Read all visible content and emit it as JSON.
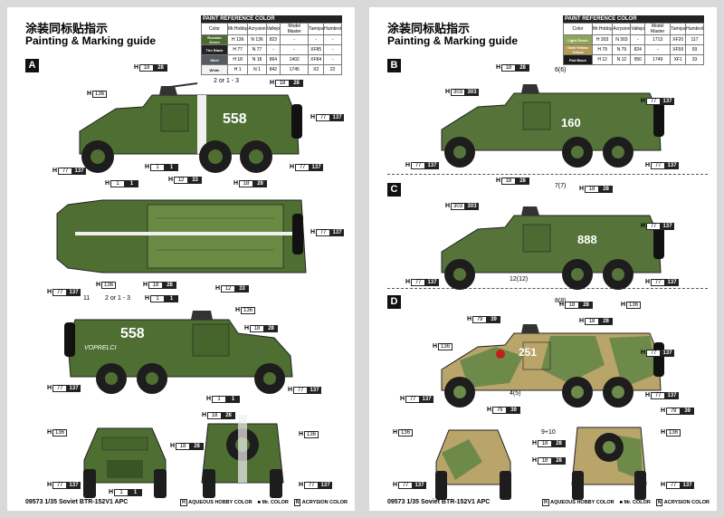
{
  "left": {
    "title_cn": "涂装同标贴指示",
    "title_en": "Painting & Marking guide",
    "paint_ref": {
      "heading": "PAINT REFERENCE COLOR",
      "columns": [
        "Color",
        "Mr.Hobby",
        "Acrysion",
        "Vallejo",
        "Model Master",
        "Tamiya",
        "Humbrol"
      ],
      "rows": [
        {
          "name": "Russian Green",
          "swatch": "#4d6b30",
          "hobby": "H 136",
          "acry": "N 136",
          "vallejo": "823",
          "mm": "-",
          "tamiya": "-",
          "humbrol": "-"
        },
        {
          "name": "Tire Black",
          "swatch": "#222222",
          "hobby": "H 77",
          "acry": "N 77",
          "vallejo": "-",
          "mm": "-",
          "tamiya": "XF85",
          "humbrol": "-"
        },
        {
          "name": "Steel",
          "swatch": "#555b60",
          "hobby": "H 18",
          "acry": "N 18",
          "vallejo": "864",
          "mm": "1402",
          "tamiya": "XF84",
          "humbrol": "-"
        },
        {
          "name": "White",
          "swatch": "#f2f2f2",
          "hobby": "H 1",
          "acry": "N 1",
          "vallejo": "842",
          "mm": "1745",
          "tamiya": "X2",
          "humbrol": "22"
        }
      ]
    },
    "section": "A",
    "callouts": [
      {
        "h": "H",
        "a": "18",
        "b": "28"
      },
      {
        "h": "H",
        "a": "136",
        "b": ""
      },
      {
        "h": "H",
        "a": "18",
        "b": "28"
      },
      {
        "h": "H",
        "a": "77",
        "b": "137"
      },
      {
        "h": "H",
        "a": "77",
        "b": "137"
      },
      {
        "h": "H",
        "a": "1",
        "b": "1"
      },
      {
        "h": "H",
        "a": "77",
        "b": "137"
      },
      {
        "h": "H",
        "a": "1",
        "b": "1"
      },
      {
        "h": "H",
        "a": "12",
        "b": "33"
      },
      {
        "h": "H",
        "a": "18",
        "b": "28"
      },
      {
        "h": "H",
        "a": "77",
        "b": "137"
      },
      {
        "h": "H",
        "a": "136",
        "b": ""
      },
      {
        "h": "H",
        "a": "18",
        "b": "28"
      },
      {
        "h": "H",
        "a": "12",
        "b": "33"
      },
      {
        "h": "H",
        "a": "77",
        "b": "137"
      },
      {
        "h": "H",
        "a": "1",
        "b": "1"
      },
      {
        "h": "H",
        "a": "136",
        "b": ""
      },
      {
        "h": "H",
        "a": "18",
        "b": "28"
      },
      {
        "h": "H",
        "a": "77",
        "b": "137"
      },
      {
        "h": "H",
        "a": "77",
        "b": "137"
      },
      {
        "h": "H",
        "a": "1",
        "b": "1"
      },
      {
        "h": "H",
        "a": "136",
        "b": ""
      },
      {
        "h": "H",
        "a": "18",
        "b": "28"
      },
      {
        "h": "H",
        "a": "18",
        "b": "28"
      },
      {
        "h": "H",
        "a": "136",
        "b": ""
      },
      {
        "h": "H",
        "a": "77",
        "b": "137"
      },
      {
        "h": "H",
        "a": "77",
        "b": "137"
      },
      {
        "h": "H",
        "a": "1",
        "b": "1"
      }
    ],
    "notes": [
      "2 or 1 - 3",
      "11",
      "2 or 1 - 3"
    ],
    "hull_number": "558",
    "hull_script": "VOPRELCI",
    "footer": "09573 1/35  Soviet BTR-152V1 APC"
  },
  "right": {
    "title_cn": "涂装同标贴指示",
    "title_en": "Painting & Marking guide",
    "paint_ref": {
      "heading": "PAINT REFERENCE COLOR",
      "columns": [
        "Color",
        "Mr.Hobby",
        "Acrysion",
        "Vallejo",
        "Model Master",
        "Tamiya",
        "Humbrol"
      ],
      "rows": [
        {
          "name": "Light Green",
          "swatch": "#8fa55a",
          "hobby": "H 303",
          "acry": "N 303",
          "vallejo": "-",
          "mm": "1713",
          "tamiya": "XF20",
          "humbrol": "117"
        },
        {
          "name": "Dark Yellow Yellow",
          "swatch": "#b59a55",
          "hobby": "H 79",
          "acry": "N 79",
          "vallejo": "824",
          "mm": "-",
          "tamiya": "XF59",
          "humbrol": "93"
        },
        {
          "name": "Flat Black",
          "swatch": "#1a1a1a",
          "hobby": "H 12",
          "acry": "N 12",
          "vallejo": "950",
          "mm": "1749",
          "tamiya": "XF1",
          "humbrol": "33"
        }
      ]
    },
    "sections": [
      "B",
      "C",
      "D"
    ],
    "callouts": [
      {
        "h": "H",
        "a": "18",
        "b": "28"
      },
      {
        "h": "H",
        "a": "303",
        "b": "303"
      },
      {
        "h": "H",
        "a": "77",
        "b": "137"
      },
      {
        "h": "H",
        "a": "77",
        "b": "137"
      },
      {
        "h": "H",
        "a": "77",
        "b": "137"
      },
      {
        "h": "H",
        "a": "18",
        "b": "28"
      },
      {
        "h": "H",
        "a": "303",
        "b": "303"
      },
      {
        "h": "H",
        "a": "18",
        "b": "28"
      },
      {
        "h": "H",
        "a": "77",
        "b": "137"
      },
      {
        "h": "H",
        "a": "77",
        "b": "137"
      },
      {
        "h": "H",
        "a": "77",
        "b": "137"
      },
      {
        "h": "H",
        "a": "18",
        "b": "28"
      },
      {
        "h": "H",
        "a": "136",
        "b": ""
      },
      {
        "h": "H",
        "a": "79",
        "b": "39"
      },
      {
        "h": "H",
        "a": "18",
        "b": "28"
      },
      {
        "h": "H",
        "a": "136",
        "b": ""
      },
      {
        "h": "H",
        "a": "77",
        "b": "137"
      },
      {
        "h": "H",
        "a": "77",
        "b": "137"
      },
      {
        "h": "H",
        "a": "77",
        "b": "137"
      },
      {
        "h": "H",
        "a": "79",
        "b": "39"
      },
      {
        "h": "H",
        "a": "136",
        "b": ""
      },
      {
        "h": "H",
        "a": "136",
        "b": ""
      },
      {
        "h": "H",
        "a": "79",
        "b": "39"
      },
      {
        "h": "H",
        "a": "18",
        "b": "28"
      },
      {
        "h": "H",
        "a": "18",
        "b": "28"
      },
      {
        "h": "H",
        "a": "77",
        "b": "137"
      },
      {
        "h": "H",
        "a": "77",
        "b": "137"
      }
    ],
    "notes": [
      "6(6)",
      "7(7)",
      "12(12)",
      "8(8)",
      "4(5)",
      "9+10"
    ],
    "hull_numbers": [
      "160",
      "888",
      "251"
    ],
    "footer": "09573 1/35  Soviet BTR-152V1 APC"
  },
  "legend": {
    "aqueous": "AQUEOUS HOBBY COLOR",
    "mr": "Mr. COLOR",
    "acry": "ACRYSION COLOR",
    "sym_h": "H",
    "sym_n": "N"
  }
}
